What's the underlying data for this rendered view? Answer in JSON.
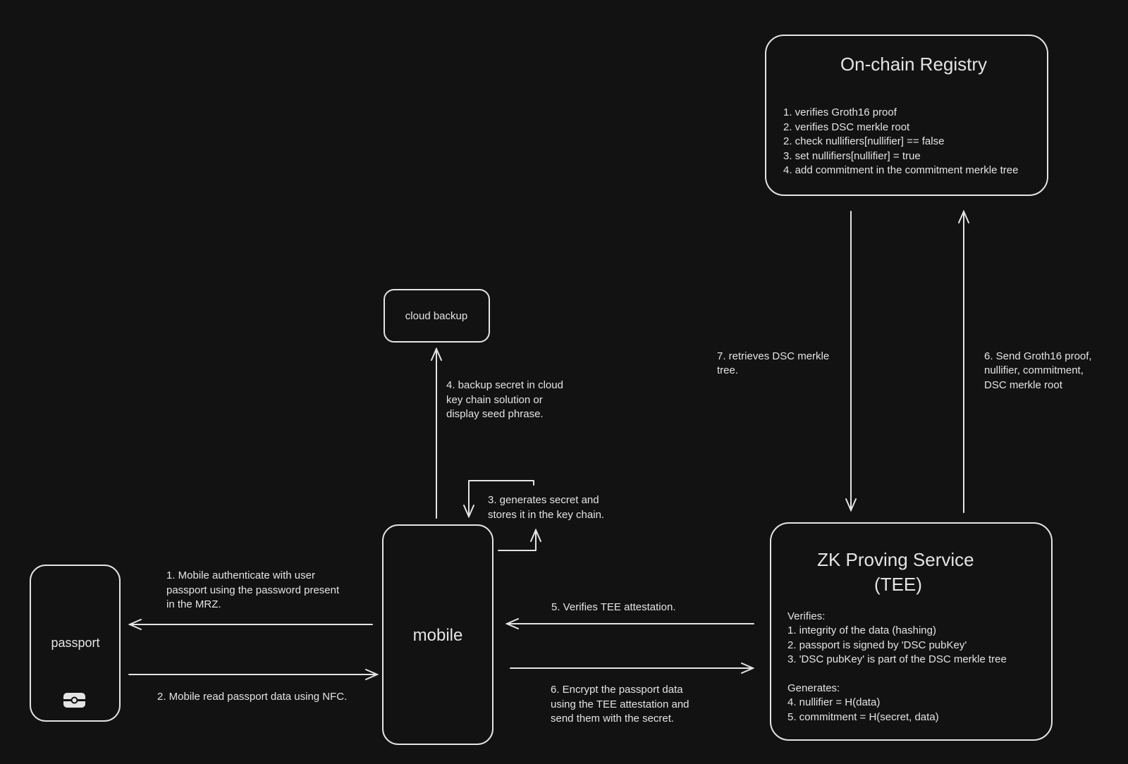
{
  "colors": {
    "background": "#121212",
    "stroke": "#e4e4e4"
  },
  "registry": {
    "title": "On-chain Registry",
    "items": [
      "1. verifies Groth16 proof",
      "2. verifies DSC merkle root",
      "2. check nullifiers[nullifier] == false",
      "3. set nullifiers[nullifier] = true",
      "4. add commitment in the commitment merkle tree"
    ]
  },
  "cloud": {
    "label": "cloud backup"
  },
  "mobile": {
    "label": "mobile"
  },
  "passport": {
    "label": "passport",
    "icon": "nfc-chip-icon"
  },
  "zk": {
    "title_line1": "ZK Proving Service",
    "title_line2": "(TEE)",
    "verifies_heading": "Verifies:",
    "verifies": [
      "1. integrity of the data (hashing)",
      "2. passport is signed by 'DSC pubKey'",
      "3. 'DSC pubKey' is part of the DSC merkle tree"
    ],
    "generates_heading": "Generates:",
    "generates": [
      "4. nullifier = H(data)",
      "5. commitment = H(secret, data)"
    ]
  },
  "edges": {
    "step1": [
      "1. Mobile authenticate with user",
      "passport using the password present",
      "in the MRZ."
    ],
    "step2": [
      "2. Mobile read passport data using NFC."
    ],
    "step3": [
      "3. generates secret and",
      "stores it in the key chain."
    ],
    "step4": [
      "4. backup secret in cloud",
      "key chain solution or",
      "display seed phrase."
    ],
    "step5": [
      "5. Verifies TEE attestation."
    ],
    "step6_encrypt": [
      "6. Encrypt the passport data",
      "using the TEE attestation and",
      "send them with the secret."
    ],
    "step6_send": [
      "6. Send Groth16 proof,",
      "nullifier, commitment,",
      "DSC merkle root"
    ],
    "step7": [
      "7. retrieves DSC merkle",
      "tree."
    ]
  }
}
